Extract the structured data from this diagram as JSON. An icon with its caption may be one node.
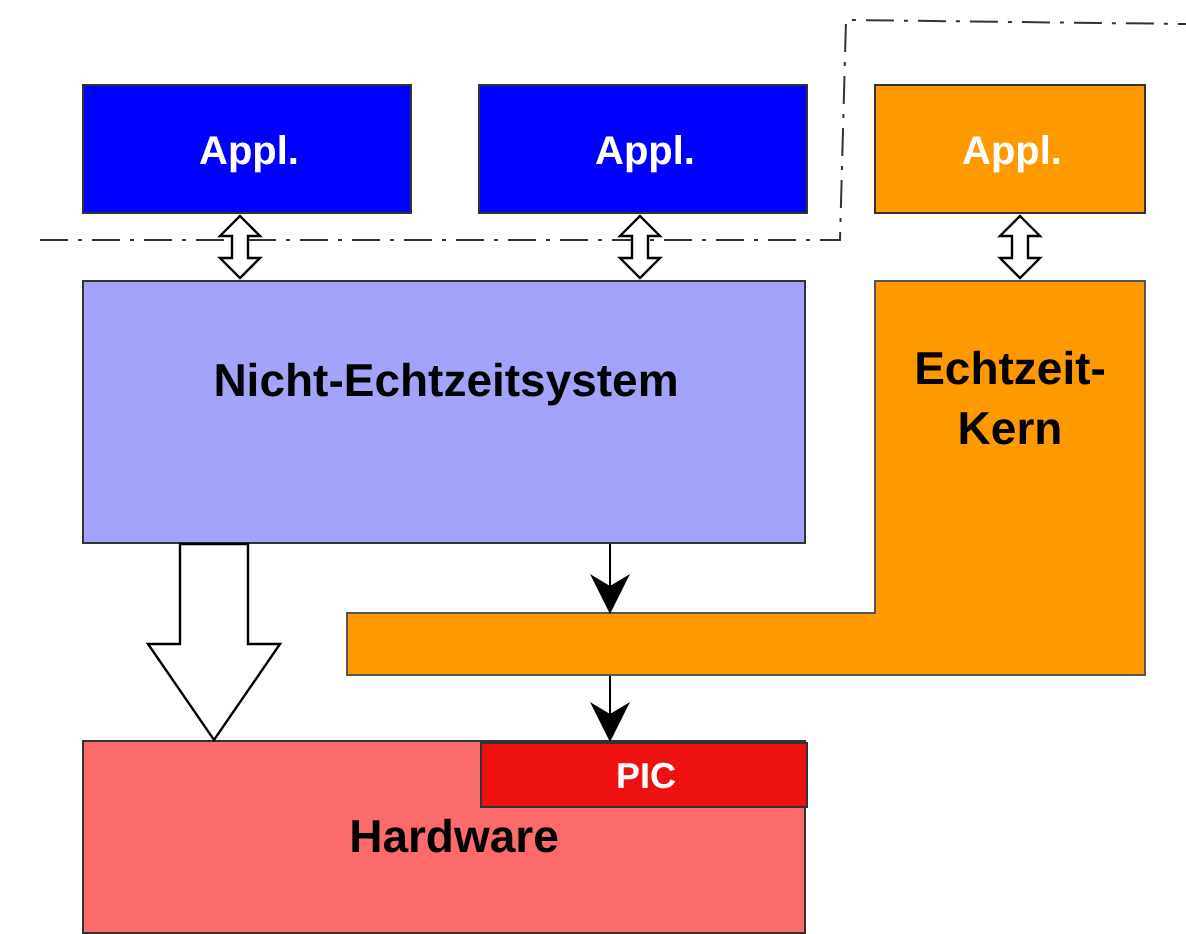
{
  "diagram": {
    "nodes": [
      {
        "text": [
          "Appl."
        ]
      },
      {
        "text": [
          "Appl."
        ]
      },
      {
        "text": [
          "Appl."
        ]
      },
      {
        "text": [
          "Nicht-Echtzeitsystem"
        ]
      },
      {
        "text": [
          "Echtzeit-Kern"
        ]
      },
      {
        "text": [
          "Hardware"
        ]
      },
      {
        "text": [
          "PIC"
        ],
        "in": 5
      }
    ],
    "edges": [
      {
        "from": 0,
        "to": 3,
        "arrow": "both"
      },
      {
        "from": 1,
        "to": 3,
        "arrow": "both"
      },
      {
        "from": 2,
        "to": 4,
        "arrow": "both"
      },
      {
        "from": 3,
        "to": 4,
        "arrow": "to"
      },
      {
        "from": 4,
        "to": 6,
        "arrow": "to"
      },
      {
        "from": 3,
        "to": 5,
        "arrow": "to",
        "style": "thick"
      }
    ]
  }
}
